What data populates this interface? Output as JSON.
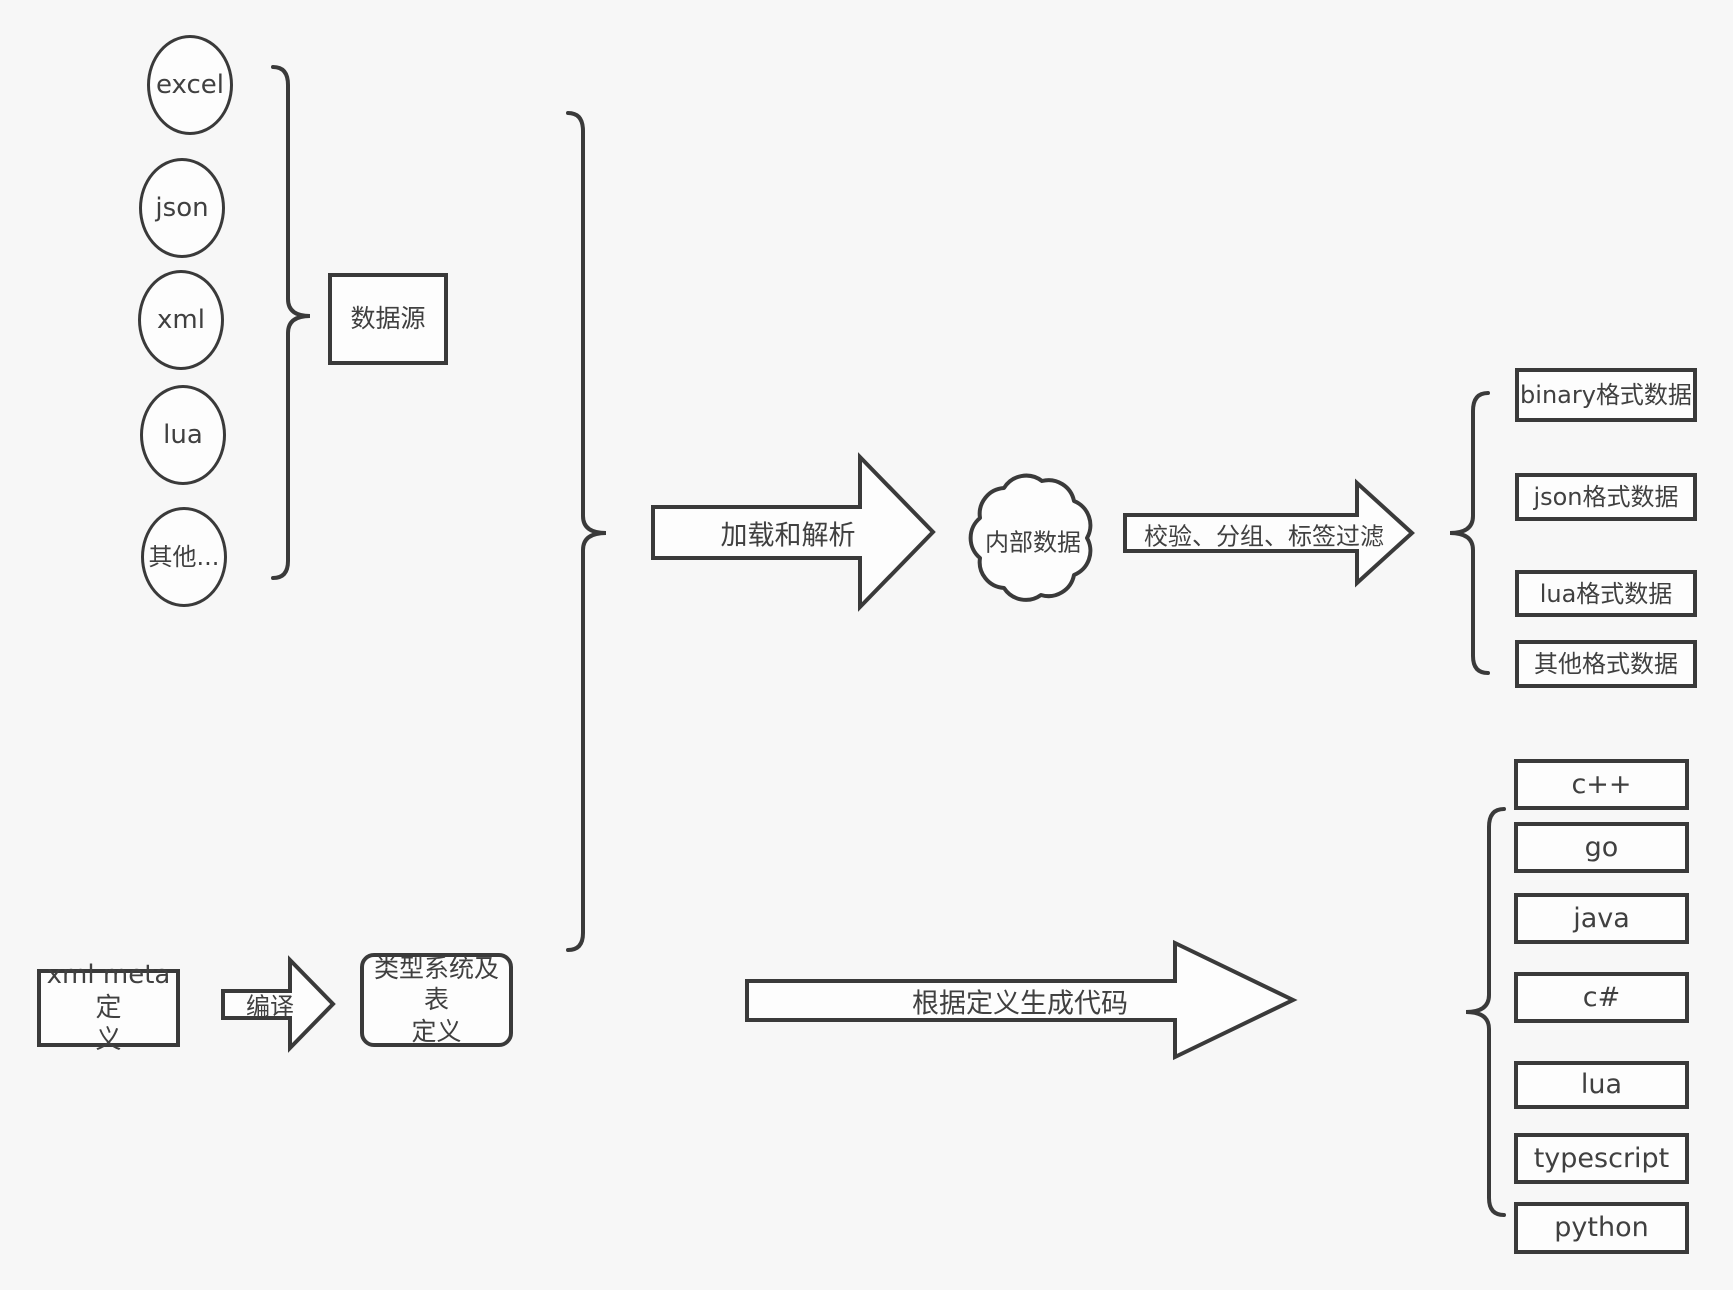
{
  "canvas": {
    "background": "#f7f7f7",
    "stroke": "#3a3a3a",
    "shape_fill": "#fdfdfd",
    "text_color": "#404040"
  },
  "sources": {
    "items": [
      {
        "label": "excel"
      },
      {
        "label": "json"
      },
      {
        "label": "xml"
      },
      {
        "label": "lua"
      },
      {
        "label": "其他..."
      }
    ],
    "group_label": "数据源"
  },
  "pipeline": {
    "load_arrow_label": "加载和解析",
    "internal_data_label": "内部数据",
    "filter_arrow_label": "校验、分组、标签过滤",
    "output_formats": [
      {
        "label": "binary格式数据"
      },
      {
        "label": "json格式数据"
      },
      {
        "label": "lua格式数据"
      },
      {
        "label": "其他格式数据"
      }
    ]
  },
  "definitions": {
    "xml_meta_label": "xml meta定\n义",
    "compile_arrow_label": "编译",
    "type_system_label": "类型系统及表\n定义",
    "codegen_arrow_label": "根据定义生成代码",
    "languages": [
      {
        "label": "c++"
      },
      {
        "label": "go"
      },
      {
        "label": "java"
      },
      {
        "label": "c#"
      },
      {
        "label": "lua"
      },
      {
        "label": "typescript"
      },
      {
        "label": "python"
      }
    ]
  }
}
